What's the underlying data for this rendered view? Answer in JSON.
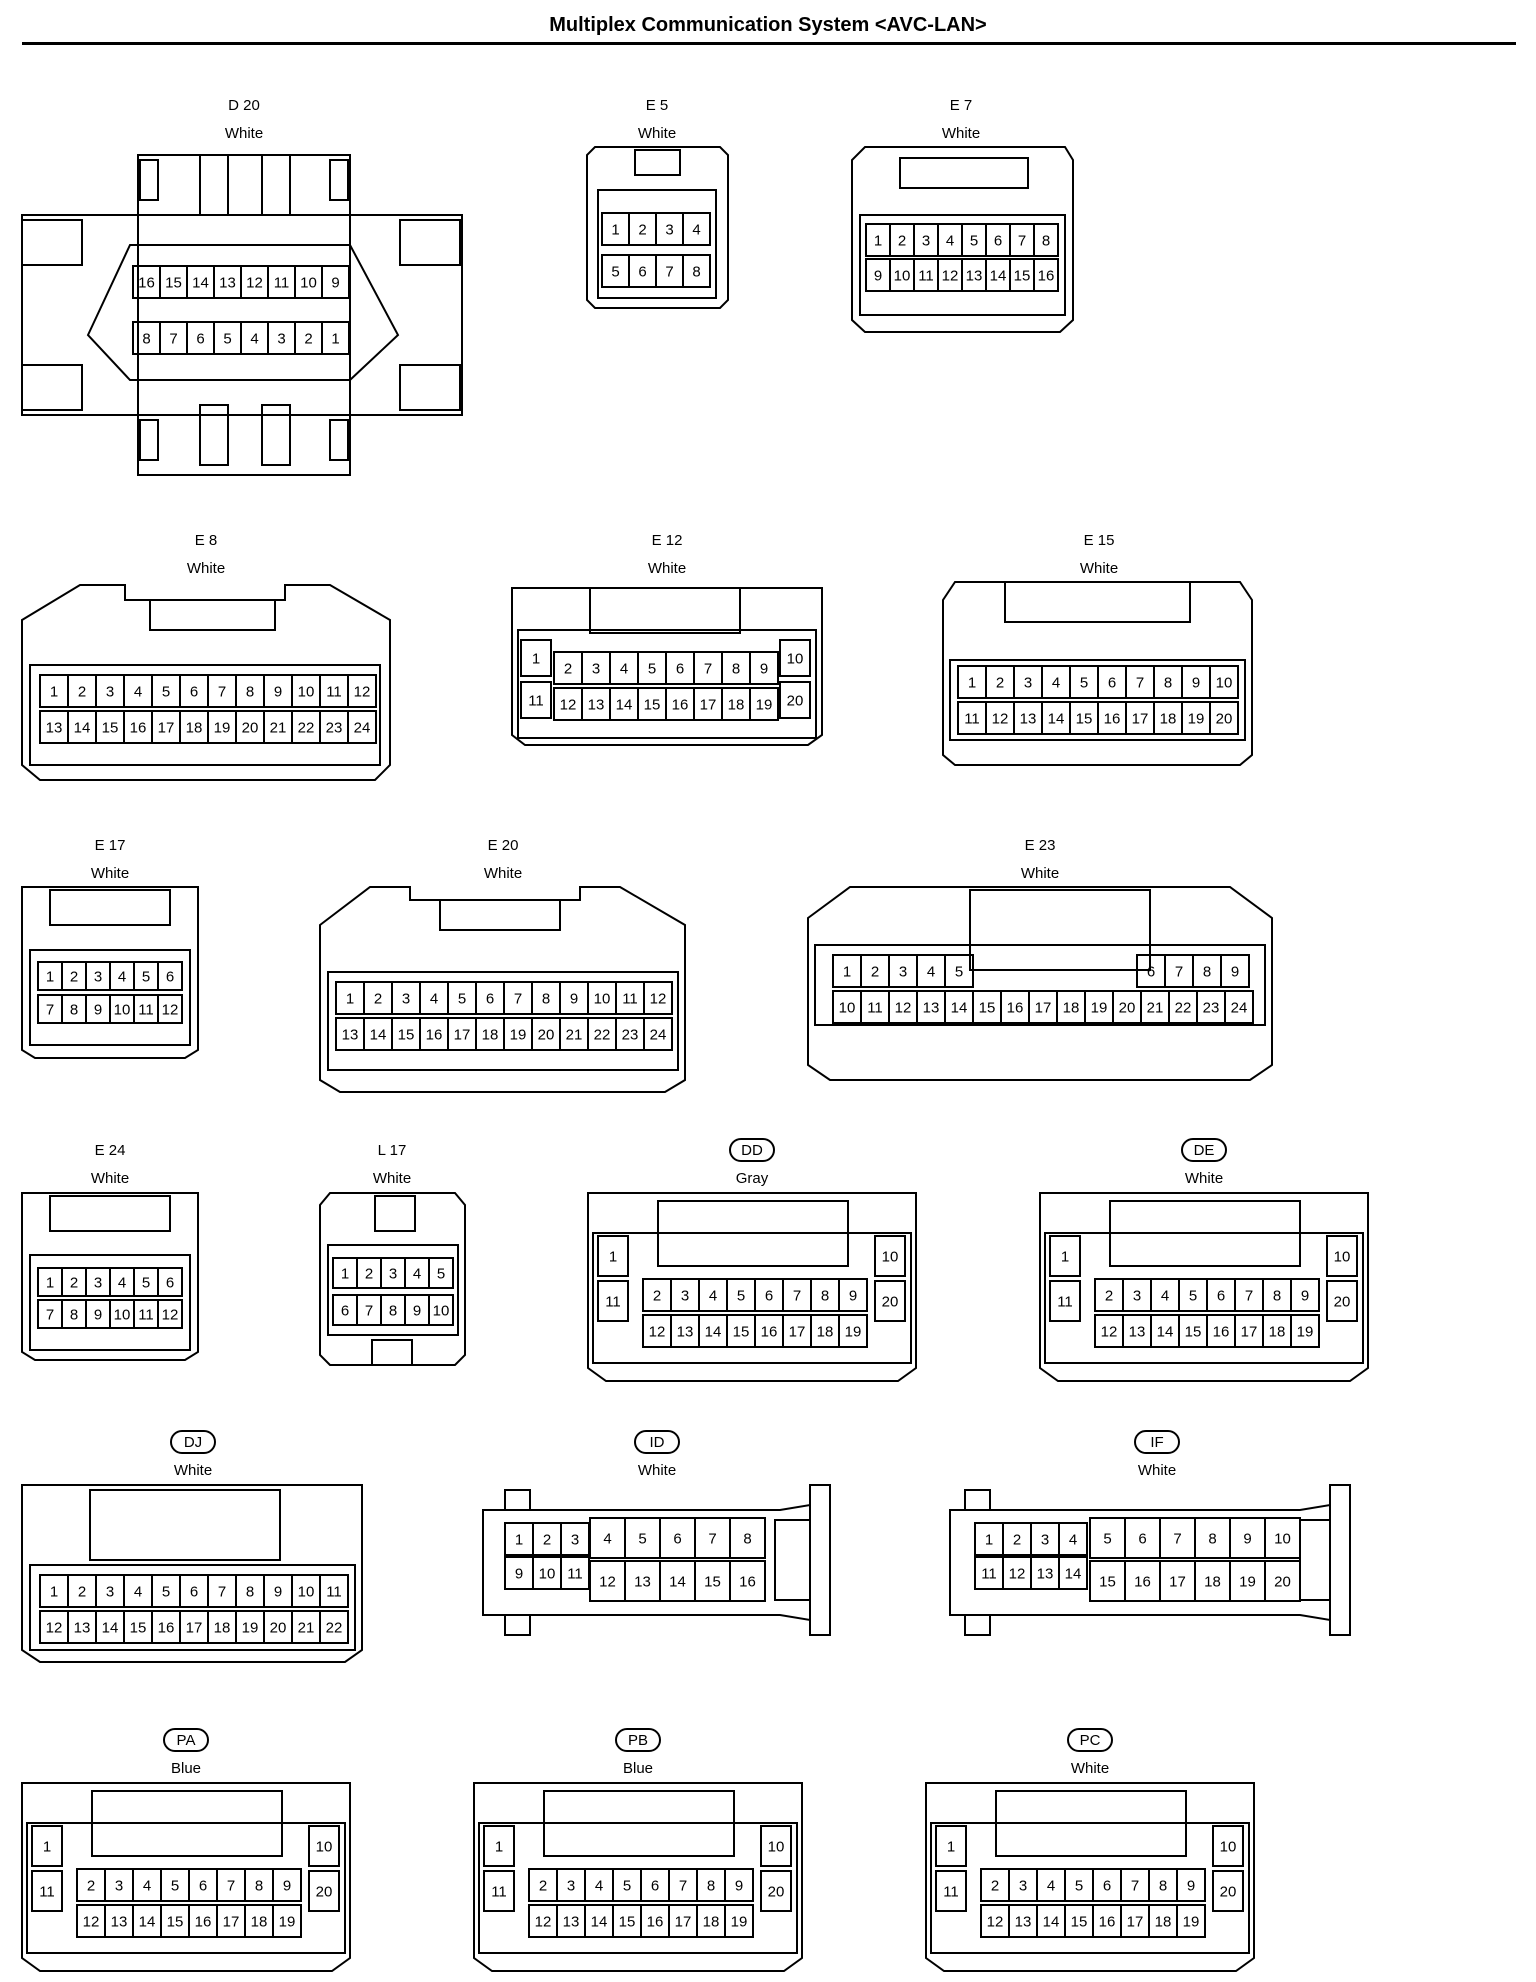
{
  "title": "Multiplex Communication System <AVC-LAN>",
  "connectors": [
    {
      "code": "D 20",
      "color": "White",
      "oval": false
    },
    {
      "code": "E 5",
      "color": "White",
      "oval": false
    },
    {
      "code": "E 7",
      "color": "White",
      "oval": false
    },
    {
      "code": "E 8",
      "color": "White",
      "oval": false
    },
    {
      "code": "E 12",
      "color": "White",
      "oval": false
    },
    {
      "code": "E 15",
      "color": "White",
      "oval": false
    },
    {
      "code": "E 17",
      "color": "White",
      "oval": false
    },
    {
      "code": "E 20",
      "color": "White",
      "oval": false
    },
    {
      "code": "E 23",
      "color": "White",
      "oval": false
    },
    {
      "code": "E 24",
      "color": "White",
      "oval": false
    },
    {
      "code": "L 17",
      "color": "White",
      "oval": false
    },
    {
      "code": "DD",
      "color": "Gray",
      "oval": true
    },
    {
      "code": "DE",
      "color": "White",
      "oval": true
    },
    {
      "code": "DJ",
      "color": "White",
      "oval": true
    },
    {
      "code": "ID",
      "color": "White",
      "oval": true
    },
    {
      "code": "IF",
      "color": "White",
      "oval": true
    },
    {
      "code": "PA",
      "color": "Blue",
      "oval": true
    },
    {
      "code": "PB",
      "color": "Blue",
      "oval": true
    },
    {
      "code": "PC",
      "color": "White",
      "oval": true
    }
  ]
}
